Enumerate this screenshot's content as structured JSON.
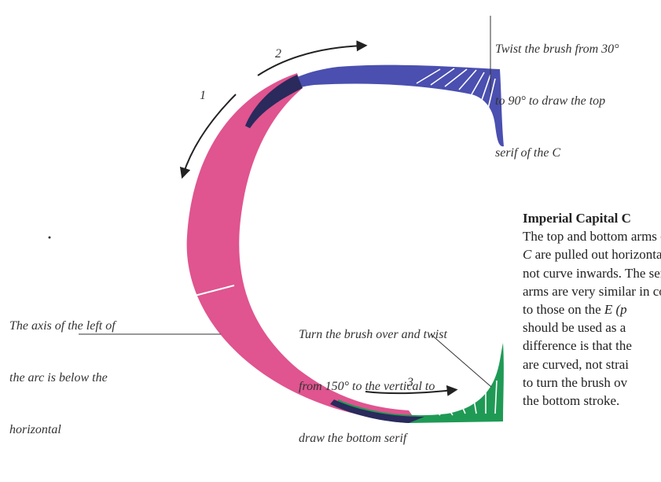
{
  "colors": {
    "pink_stroke": "#e0548f",
    "blue_serif": "#4a4fb0",
    "green_serif": "#1f9a55",
    "overlap_dark": "#2a2a5c",
    "arrow": "#222222"
  },
  "annotations": {
    "top_serif": [
      "Twist the brush from 30°",
      "to 90° to draw the top",
      "serif of the C"
    ],
    "left_axis": [
      "The axis of the left of",
      "the arc is below the",
      "horizontal"
    ],
    "bottom_serif": [
      "Turn the brush over and twist",
      "from 150° to the vertical to",
      "draw the bottom serif"
    ]
  },
  "step_numbers": [
    "1",
    "2",
    "3"
  ],
  "body_text": {
    "heading": "Imperial Capital C",
    "lines": [
      {
        "pre": "The top and bottom arms of the",
        "em": "",
        "post": ""
      },
      {
        "pre": "",
        "em": "C",
        "post": " are pulled out horizontally and do"
      },
      {
        "pre": "not curve inwards. The serifs on the",
        "em": "",
        "post": ""
      },
      {
        "pre": "arms are very similar in construction",
        "em": "",
        "post": ""
      },
      {
        "pre": "to those on the ",
        "em": "E (p",
        "post": ""
      },
      {
        "pre": "should be used as a",
        "em": "",
        "post": ""
      },
      {
        "pre": "difference is that the",
        "em": "",
        "post": ""
      },
      {
        "pre": "are curved, not strai",
        "em": "",
        "post": ""
      },
      {
        "pre": "to turn the brush ov",
        "em": "",
        "post": ""
      },
      {
        "pre": "the bottom stroke.",
        "em": "",
        "post": ""
      }
    ]
  }
}
